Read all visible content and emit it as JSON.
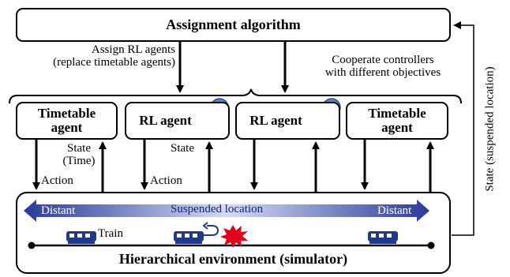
{
  "top_box": {
    "label": "Assignment algorithm"
  },
  "assign_note": {
    "line1": "Assign RL agents",
    "line2": "(replace timetable agents)"
  },
  "cooperate_note": {
    "line1": "Cooperate controllers",
    "line2": "with different objectives"
  },
  "agents": [
    {
      "line1": "Timetable",
      "line2": "agent",
      "robot": false
    },
    {
      "line1": "RL agent",
      "line2": "",
      "robot": true
    },
    {
      "line1": "RL agent",
      "line2": "",
      "robot": true
    },
    {
      "line1": "Timetable",
      "line2": "agent",
      "robot": false
    }
  ],
  "flow_labels": {
    "state_time_1": "State",
    "state_time_2": "(Time)",
    "action_1": "Action",
    "state_2": "State",
    "action_2": "Action"
  },
  "side_label": "State (suspended location)",
  "env": {
    "distant_left": "Distant",
    "suspended": "Suspended location",
    "distant_right": "Distant",
    "train": "Train",
    "title": "Hierarchical environment (simulator)"
  },
  "icons": [
    "robot-icon",
    "train-icon",
    "u-turn-icon",
    "explosion-icon"
  ],
  "colors": {
    "gradient_dark": "#2b3a9a",
    "gradient_light": "#d4daf2",
    "train": "#1f3a8a",
    "explosion": "#e0001a"
  }
}
